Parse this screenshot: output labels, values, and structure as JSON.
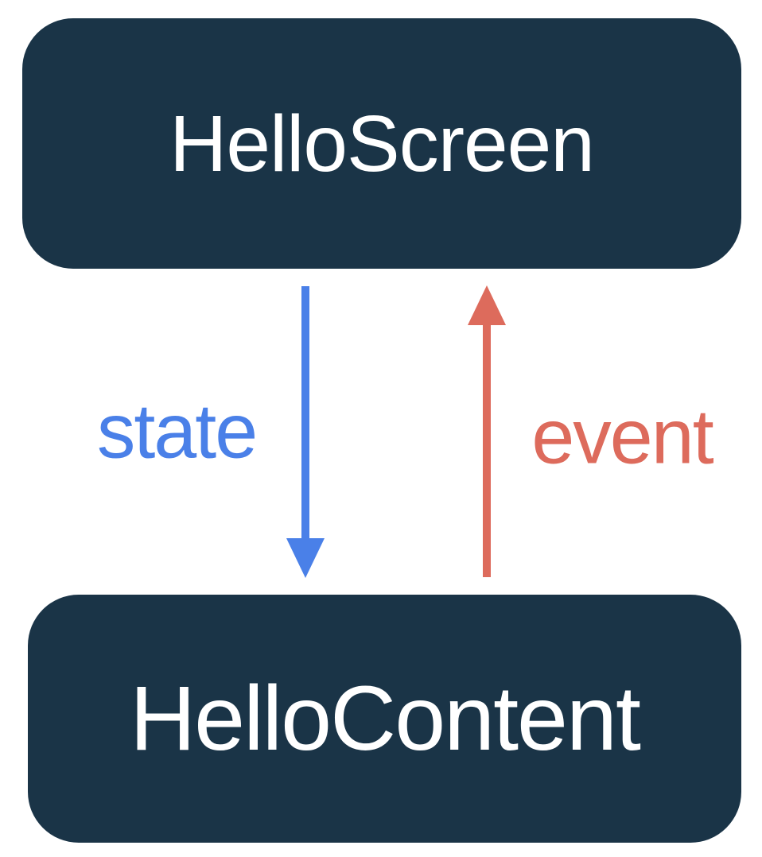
{
  "diagram": {
    "background_color": "#FFFFFF",
    "node_fill_color": "#1A3447",
    "node_text_color": "#FFFFFF",
    "nodes": [
      {
        "id": "top",
        "label": "HelloScreen"
      },
      {
        "id": "bottom",
        "label": "HelloContent"
      }
    ],
    "flows": [
      {
        "id": "state",
        "label": "state",
        "direction": "down",
        "color": "#4A80E8"
      },
      {
        "id": "event",
        "label": "event",
        "direction": "up",
        "color": "#DD6B5C"
      }
    ]
  }
}
